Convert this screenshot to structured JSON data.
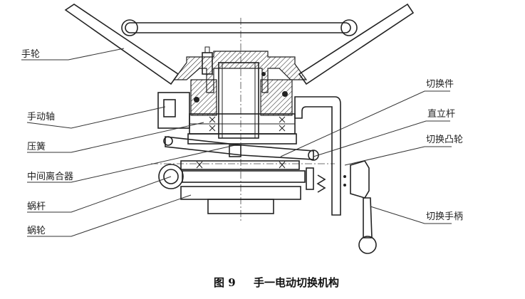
{
  "figure": {
    "caption_number": "图 9",
    "caption_title": "手一电动切换机构"
  },
  "labels": {
    "handwheel": "手轮",
    "manual_shaft": "手动轴",
    "spring": "压簧",
    "intermediate_clutch": "中间离合器",
    "worm": "蜗杆",
    "worm_gear": "蜗轮",
    "switch_part": "切换件",
    "upright_rod": "直立杆",
    "switch_cam": "切换凸轮",
    "switch_handle": "切换手柄"
  }
}
